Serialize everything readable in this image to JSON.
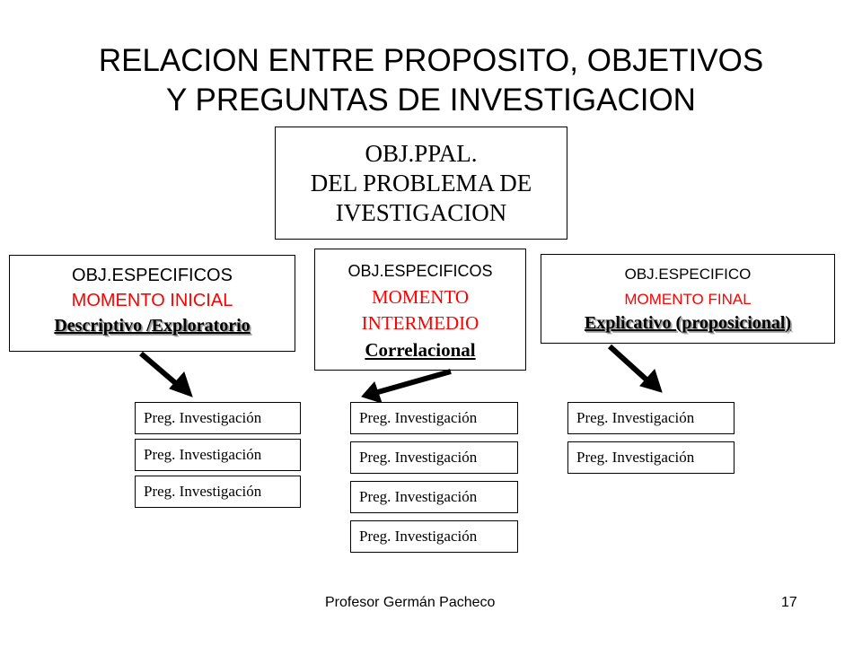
{
  "title": {
    "line1": "RELACION ENTRE PROPOSITO, OBJETIVOS",
    "line2": "Y PREGUNTAS DE INVESTIGACION"
  },
  "main_objective": {
    "line1": "OBJ.PPAL.",
    "line2": "DEL PROBLEMA DE",
    "line3": "IVESTIGACION"
  },
  "objectives": [
    {
      "heading": "OBJ.ESPECIFICOS",
      "moment": "MOMENTO INICIAL",
      "type": "Descriptivo /Exploratorio"
    },
    {
      "heading": "OBJ.ESPECIFICOS",
      "moment_line1": "MOMENTO",
      "moment_line2": "INTERMEDIO",
      "type": "Correlacional"
    },
    {
      "heading": "OBJ.ESPECIFICO",
      "moment": "MOMENTO FINAL",
      "type": "Explicativo (proposicional)"
    }
  ],
  "questions": {
    "label": "Preg. Investigación",
    "left": [
      "Preg. Investigación",
      "Preg. Investigación",
      "Preg. Investigación"
    ],
    "middle": [
      "Preg. Investigación",
      "Preg. Investigación",
      "Preg. Investigación",
      "Preg. Investigación"
    ],
    "right": [
      "Preg. Investigación",
      "Preg. Investigación"
    ]
  },
  "footer": {
    "author": "Profesor Germán Pacheco",
    "page_number": "17"
  },
  "colors": {
    "accent_red": "#ff0000",
    "line": "#000000"
  }
}
